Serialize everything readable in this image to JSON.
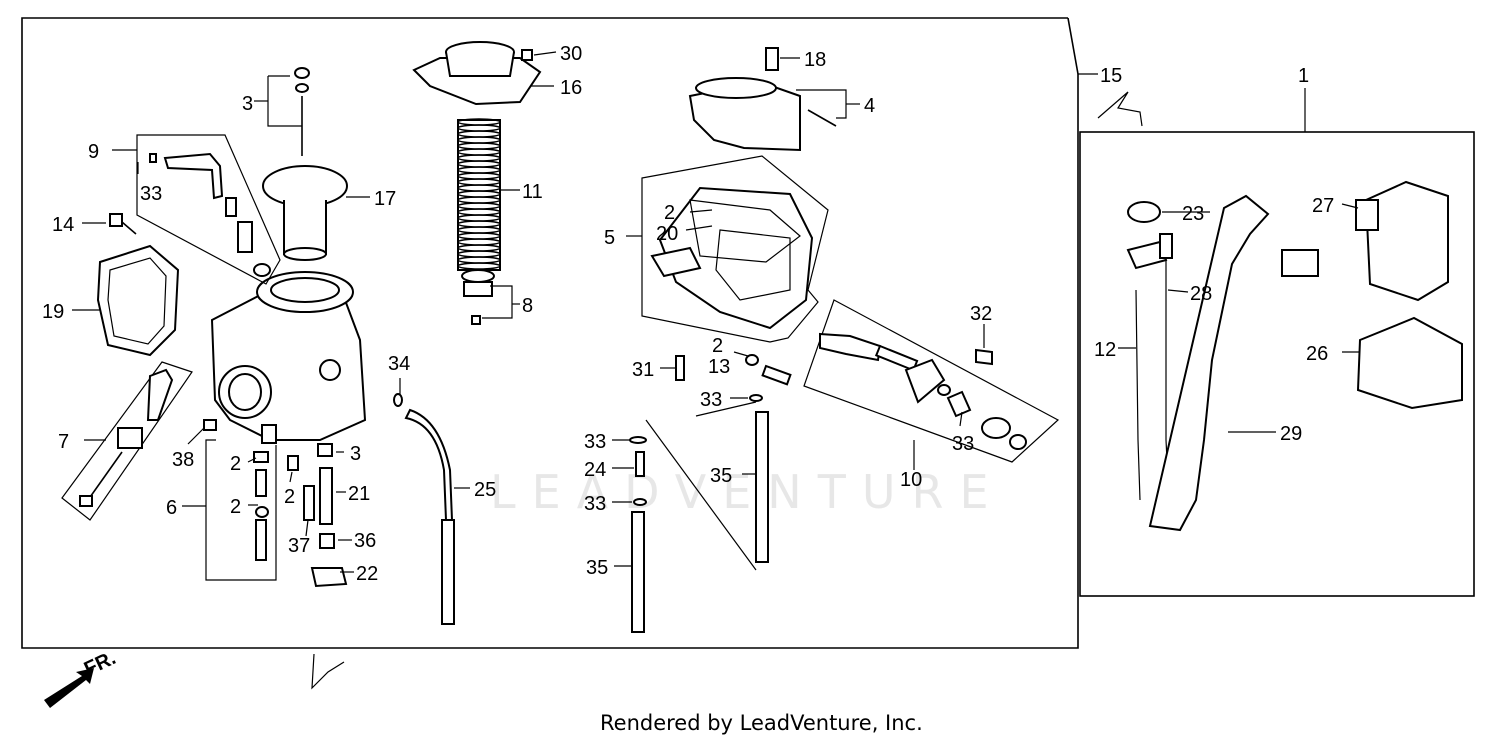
{
  "diagram": {
    "credit": "Rendered by LeadVenture, Inc.",
    "watermark": "LEADVENTURE",
    "front_marker": "FR.",
    "callouts": {
      "c1": "1",
      "c2a": "2",
      "c2b": "2",
      "c2c": "2",
      "c2d": "2",
      "c2e": "2",
      "c3a": "3",
      "c3b": "3",
      "c4": "4",
      "c5": "5",
      "c6": "6",
      "c7": "7",
      "c8": "8",
      "c9": "9",
      "c10": "10",
      "c11": "11",
      "c12": "12",
      "c13": "13",
      "c14": "14",
      "c15": "15",
      "c16": "16",
      "c17": "17",
      "c18": "18",
      "c19": "19",
      "c20": "20",
      "c21": "21",
      "c22": "22",
      "c23": "23",
      "c24": "24",
      "c25": "25",
      "c26": "26",
      "c27": "27",
      "c28": "28",
      "c29": "29",
      "c30": "30",
      "c31": "31",
      "c32": "32",
      "c33a": "33",
      "c33b": "33",
      "c33c": "33",
      "c33d": "33",
      "c33e": "33",
      "c34": "34",
      "c35a": "35",
      "c35b": "35",
      "c36": "36",
      "c37": "37",
      "c38": "38"
    }
  }
}
